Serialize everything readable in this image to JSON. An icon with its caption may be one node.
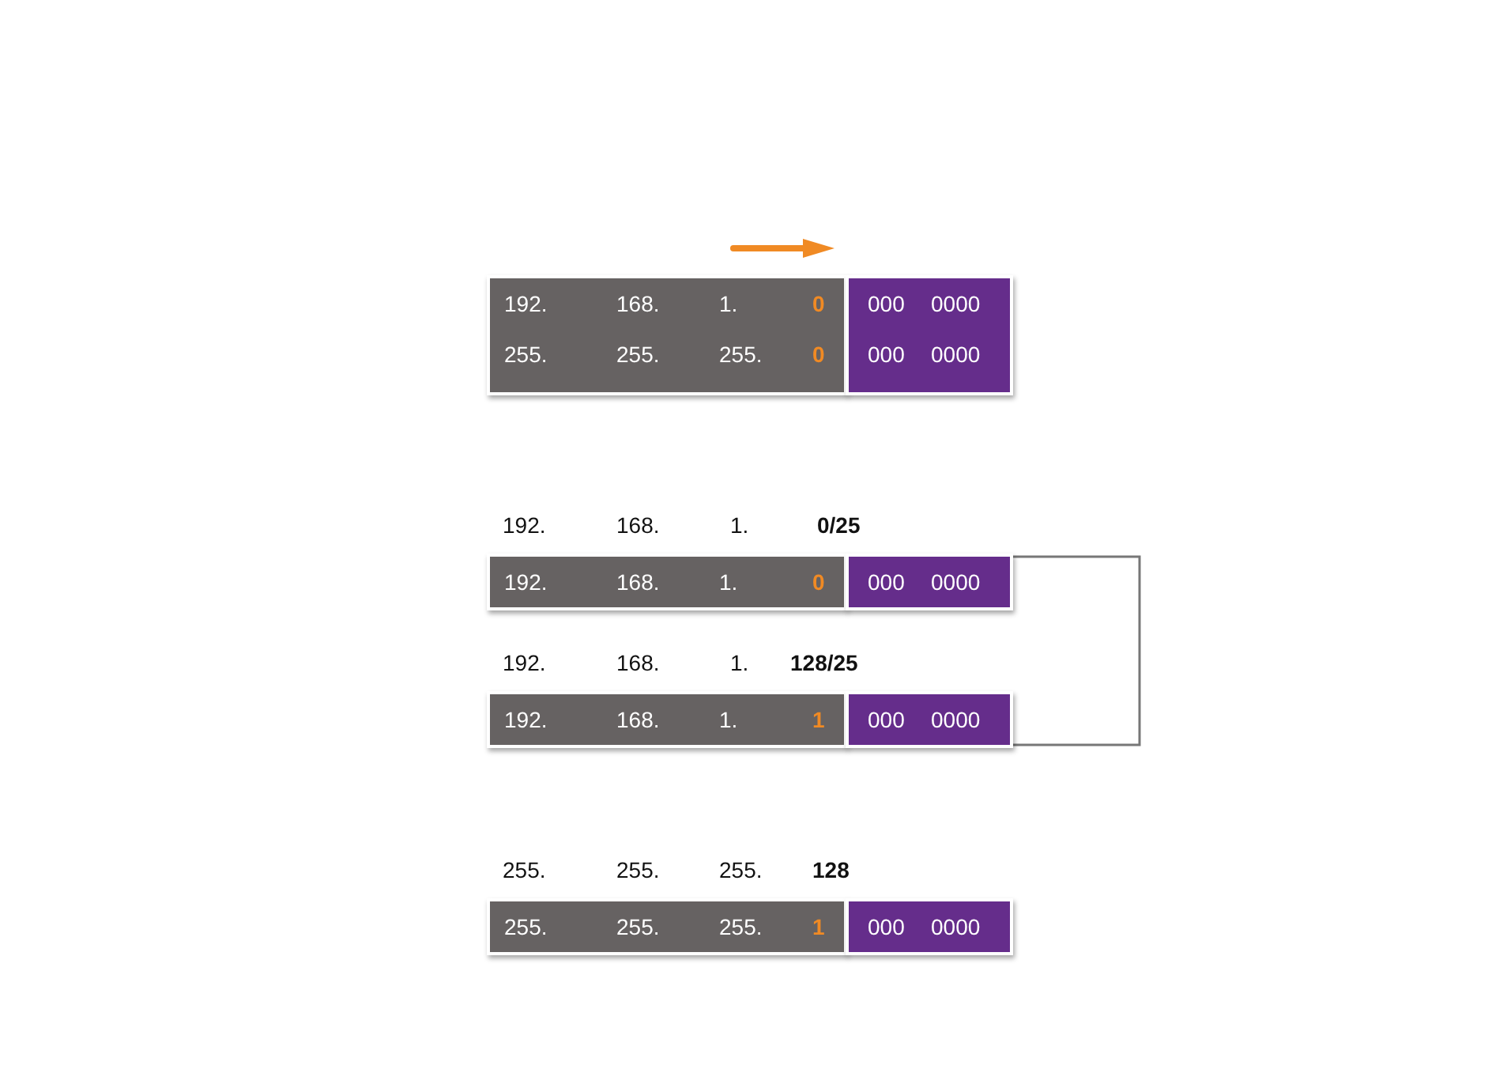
{
  "diagram": {
    "nodes": [
      {
        "text": [
          "192.",
          "168.",
          "1.",
          "0",
          "255.",
          "255.",
          "255.",
          "0"
        ]
      },
      {
        "text": [
          "000",
          "0000",
          "000",
          "0000"
        ]
      },
      {
        "text": [
          "192.",
          "168.",
          "1.",
          "0"
        ]
      },
      {
        "text": [
          "000",
          "0000"
        ]
      },
      {
        "text": [
          "192.",
          "168.",
          "1.",
          "1"
        ]
      },
      {
        "text": [
          "000",
          "0000"
        ]
      },
      {
        "text": [
          "255.",
          "255.",
          "255.",
          "1"
        ]
      },
      {
        "text": [
          "000",
          "0000"
        ]
      }
    ],
    "edges": [
      {
        "from": 3,
        "to": 5,
        "arrow": "none"
      }
    ],
    "labels": [
      "192.",
      "168.",
      "1.",
      "0/25",
      "192.",
      "168.",
      "1.",
      "128/25",
      "255.",
      "255.",
      "255.",
      "128"
    ]
  }
}
